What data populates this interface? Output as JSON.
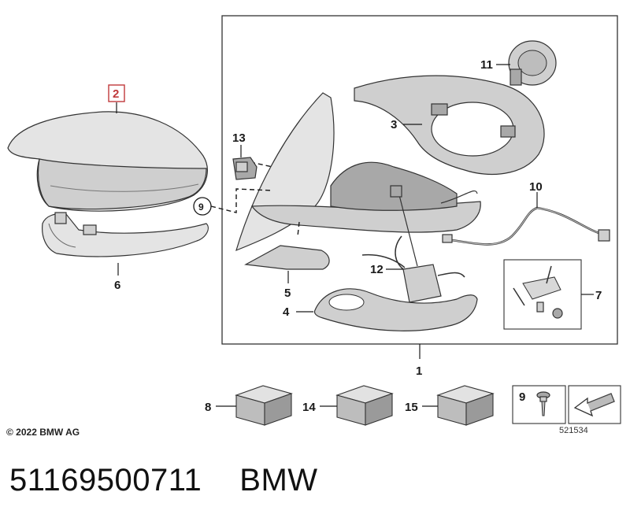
{
  "callouts": {
    "c1": "1",
    "c2": "2",
    "c3": "3",
    "c4": "4",
    "c5": "5",
    "c6": "6",
    "c7": "7",
    "c8": "8",
    "c9": "9",
    "c9b": "9",
    "c10": "10",
    "c11": "11",
    "c12": "12",
    "c13": "13",
    "c14": "14",
    "c15": "15"
  },
  "footer": {
    "copyright": "© 2022 BMW AG",
    "drawing_number": "521534"
  },
  "caption": {
    "part_number": "51169500711",
    "brand": "BMW"
  },
  "colors": {
    "highlight_callout": "#c0393b",
    "part_fill": "#cfcfcf",
    "outline": "#333333"
  }
}
